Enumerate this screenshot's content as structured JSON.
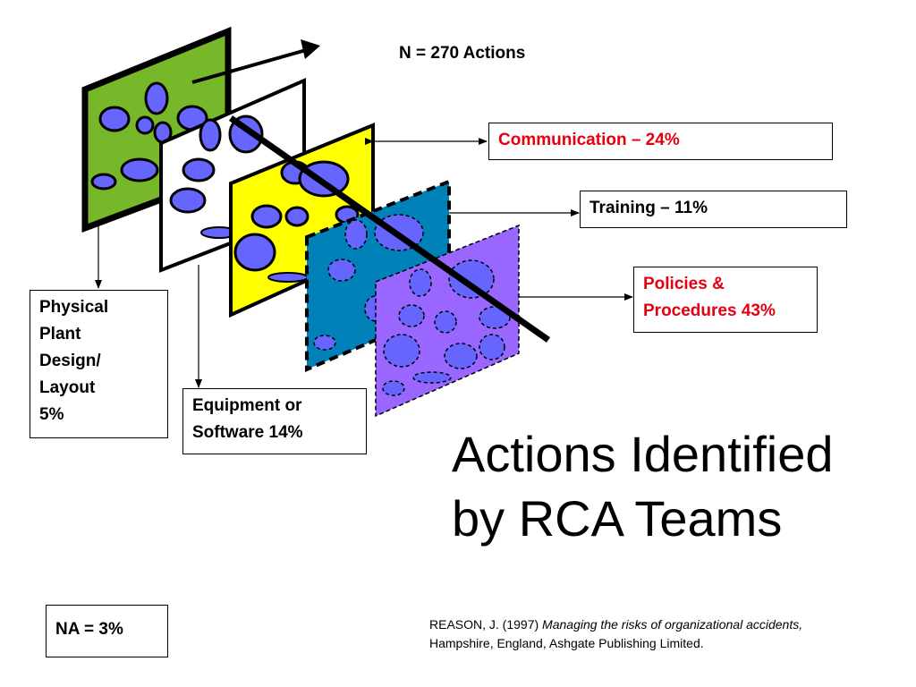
{
  "header": {
    "n_label": "N = 270 Actions"
  },
  "title": {
    "line1": "Actions Identified",
    "line2": "by RCA Teams"
  },
  "callouts": {
    "communication": "Communication – 24%",
    "training": "Training – 11%",
    "policies_line1": "Policies &",
    "policies_line2": "Procedures 43%",
    "physical_line1": "Physical",
    "physical_line2": "Plant",
    "physical_line3": "Design/",
    "physical_line4": "Layout",
    "physical_line5": "5%",
    "equipment_line1": "Equipment or",
    "equipment_line2": "Software 14%",
    "na": "NA = 3%"
  },
  "reference": {
    "prefix": "REASON, J. (1997) ",
    "italic": "Managing the risks of organizational accidents,",
    "line2": "Hampshire, England, Ashgate Publishing Limited."
  },
  "colors": {
    "slice_green": "#76b82a",
    "slice_white": "#ffffff",
    "slice_yellow": "#ffff00",
    "slice_blue": "#0081b8",
    "slice_purple": "#9966ff",
    "hole": "#6666ff",
    "callout_red": "#e4000f"
  }
}
